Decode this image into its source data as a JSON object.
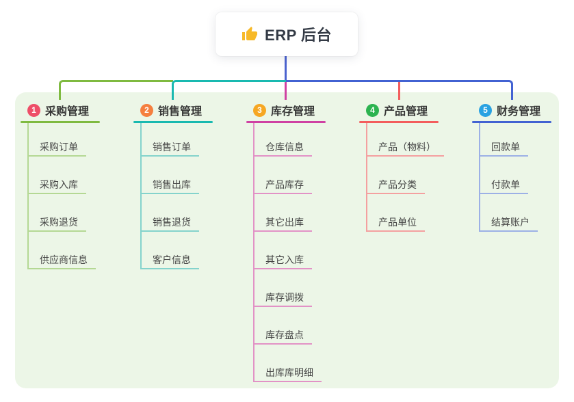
{
  "root": {
    "title": "ERP 后台",
    "icon": "thumbs-up-icon",
    "icon_color": "#f7b928",
    "edge_color": "#4c63cf"
  },
  "panel": {
    "bg_color": "#ecf6e7"
  },
  "branches": [
    {
      "num": "1",
      "title": "采购管理",
      "badge_color": "#ee4e68",
      "line_color": "#7fba40",
      "light_color": "#b4d894",
      "children": [
        "采购订单",
        "采购入库",
        "采购退货",
        "供应商信息"
      ]
    },
    {
      "num": "2",
      "title": "销售管理",
      "badge_color": "#f57f3f",
      "line_color": "#19b9b0",
      "light_color": "#84d3cc",
      "children": [
        "销售订单",
        "销售出库",
        "销售退货",
        "客户信息"
      ]
    },
    {
      "num": "3",
      "title": "库存管理",
      "badge_color": "#f6a723",
      "line_color": "#cf41a3",
      "light_color": "#e292c6",
      "children": [
        "仓库信息",
        "产品库存",
        "其它出库",
        "其它入库",
        "库存调拨",
        "库存盘点",
        "出库库明细"
      ]
    },
    {
      "num": "4",
      "title": "产品管理",
      "badge_color": "#2cb350",
      "line_color": "#f35d5d",
      "light_color": "#f4a0a0",
      "children": [
        "产品（物料）",
        "产品分类",
        "产品单位"
      ]
    },
    {
      "num": "5",
      "title": "财务管理",
      "badge_color": "#29a2e2",
      "line_color": "#4262d2",
      "light_color": "#9cb0e6",
      "children": [
        "回款单",
        "付款单",
        "结算账户"
      ]
    }
  ]
}
